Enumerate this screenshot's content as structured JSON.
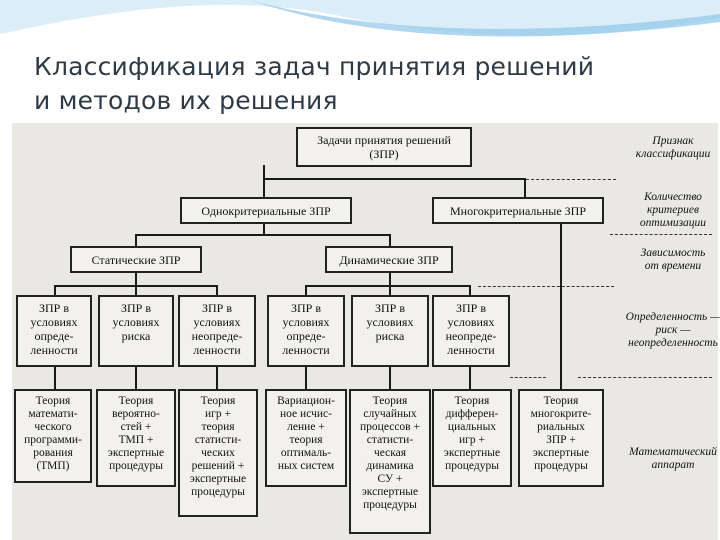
{
  "slide": {
    "title": "Классификация задач принятия решений\nи методов их решения"
  },
  "diagram": {
    "root": "Задачи принятия решений\n(ЗПР)",
    "level1": [
      "Однокритериальные ЗПР",
      "Многокритериальные ЗПР"
    ],
    "level2": [
      "Статические ЗПР",
      "Динамические ЗПР"
    ],
    "conditions": [
      "ЗПР в\nусловиях\nопреде-\nленности",
      "ЗПР в\nусловиях\nриска",
      "ЗПР в\nусловиях\nнеопреде-\nленности",
      "ЗПР в\nусловиях\nопреде-\nленности",
      "ЗПР в\nусловиях\nриска",
      "ЗПР в\nусловиях\nнеопреде-\nленности"
    ],
    "methods": [
      "Теория\nматемати-\nческого\nпрограмми-\nрования\n(ТМП)",
      "Теория\nвероятно-\nстей +\nТМП +\nэкспертные\nпроцедуры",
      "Теория\nигр +\nтеория\nстатисти-\nческих\nрешений +\nэкспертные\nпроцедуры",
      "Вариацион-\nное исчис-\nление +\nтеория\nоптималь-\nных систем",
      "Теория\nслучайных\nпроцессов +\nстатисти-\nческая\nдинамика\nСУ +\nэкспертные\nпроцедуры",
      "Теория\nдифферен-\nциальных\nигр +\nэкспертные\nпроцедуры",
      "Теория\nмногокрите-\nриальных\nЗПР +\nэкспертные\nпроцедуры"
    ],
    "criteria": [
      "Признак\nклассификации",
      "Количество\nкритериев\nоптимизации",
      "Зависимость\nот времени",
      "Определенность —\nриск —\nнеопределенность",
      "Математический\nаппарат"
    ]
  },
  "colors": {
    "title_text": "#2e3a45",
    "wave_light": "#dbeef8",
    "wave_accent": "#8fc6e8",
    "scan_background": "#e9e8e4",
    "box_border": "#222222"
  }
}
